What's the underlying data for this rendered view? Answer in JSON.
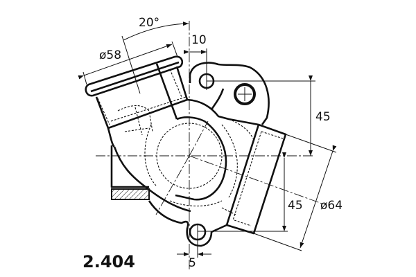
{
  "drawing": {
    "part_number": "2.404",
    "dimensions": {
      "angle": "20°",
      "offset_top": "10",
      "inlet_diameter": "ø58",
      "vertical_top": "45",
      "vertical_bottom": "45",
      "outlet_diameter": "ø64",
      "offset_bottom": "5"
    }
  }
}
